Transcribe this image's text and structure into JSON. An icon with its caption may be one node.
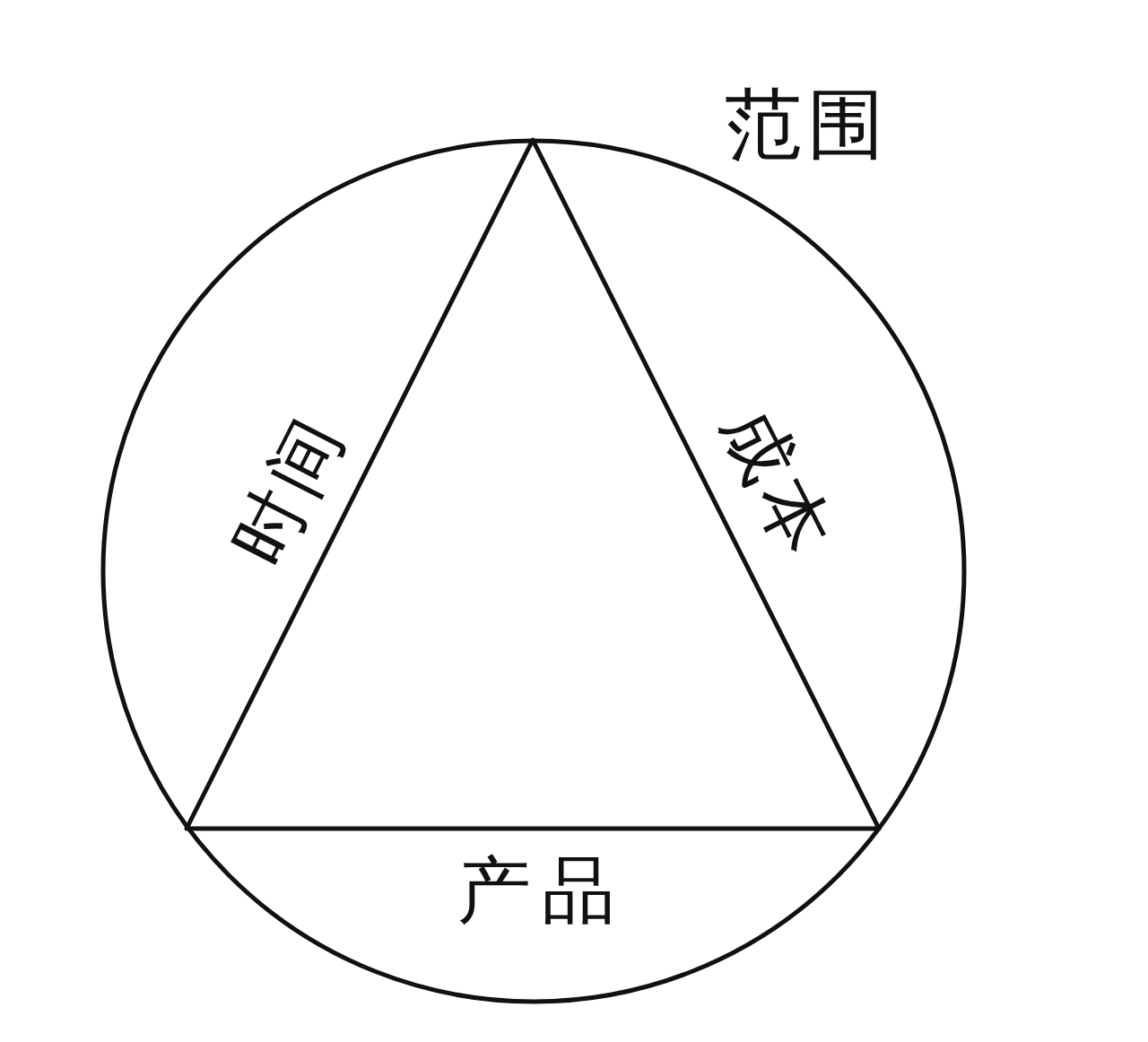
{
  "diagram": {
    "nodes": [
      {
        "text": [
          "范围"
        ]
      },
      {
        "text": [],
        "shape": "triangle",
        "in": 0,
        "beside": [
          "时间",
          "成本",
          "产品"
        ]
      }
    ]
  }
}
